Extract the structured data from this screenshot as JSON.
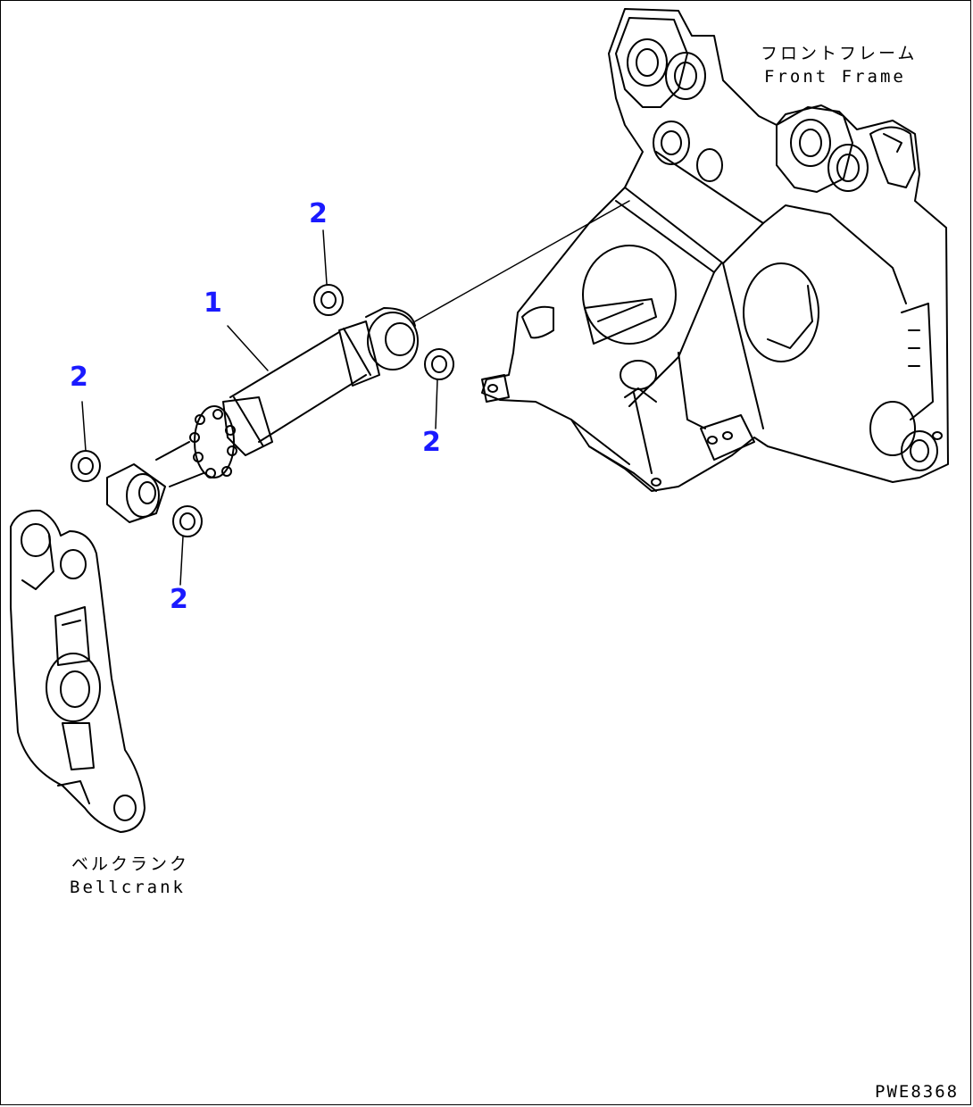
{
  "labels": {
    "front_frame_jp": "フロントフレーム",
    "front_frame_en": "Front Frame",
    "bellcrank_jp": "ベルクランク",
    "bellcrank_en": "Bellcrank"
  },
  "callouts": {
    "cylinder": "1",
    "washer_top": "2",
    "washer_left": "2",
    "washer_right": "2",
    "washer_bottom": "2"
  },
  "drawing_code": "PWE8368",
  "colors": {
    "callout": "#1a1aff",
    "line": "#000000",
    "background": "#ffffff"
  }
}
